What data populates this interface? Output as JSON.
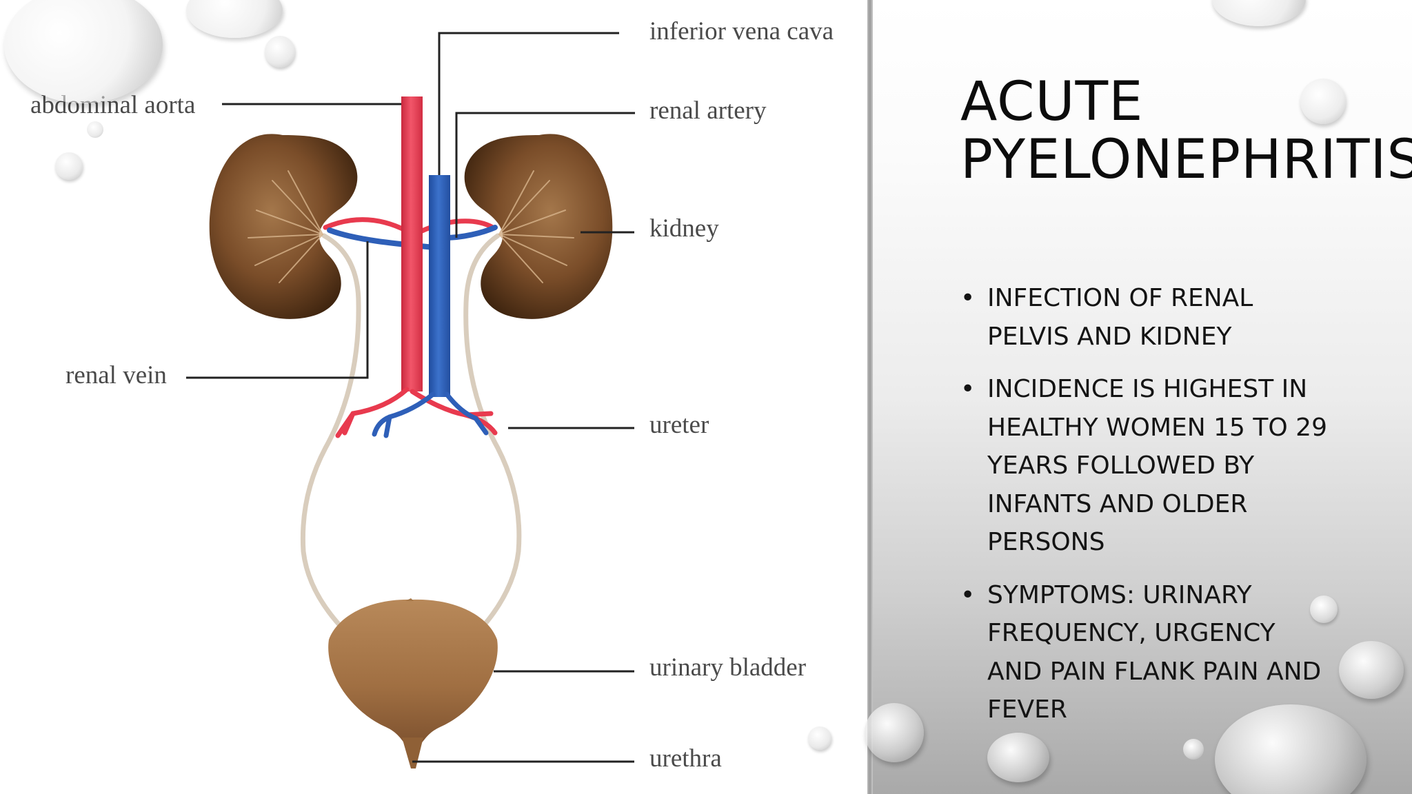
{
  "slide": {
    "title": "ACUTE PYELONEPHRITIS",
    "bullet_marker": "•",
    "bullets": [
      "INFECTION OF RENAL PELVIS AND KIDNEY",
      "INCIDENCE IS HIGHEST IN HEALTHY WOMEN 15 TO 29 YEARS FOLLOWED BY INFANTS AND OLDER PERSONS",
      "SYMPTOMS: URINARY FREQUENCY, URGENCY AND PAIN FLANK PAIN AND FEVER"
    ]
  },
  "diagram": {
    "labels": {
      "inferior_vena_cava": "inferior vena cava",
      "abdominal_aorta": "abdominal aorta",
      "renal_artery": "renal artery",
      "kidney": "kidney",
      "renal_vein": "renal vein",
      "ureter": "ureter",
      "urinary_bladder": "urinary bladder",
      "urethra": "urethra"
    }
  },
  "colors": {
    "aorta": "#e83a4e",
    "vena_cava": "#2e5fb8",
    "kidney": "#6f4424",
    "bladder": "#a57748",
    "ureter": "#d9cdbd",
    "leader_line": "#222222"
  }
}
